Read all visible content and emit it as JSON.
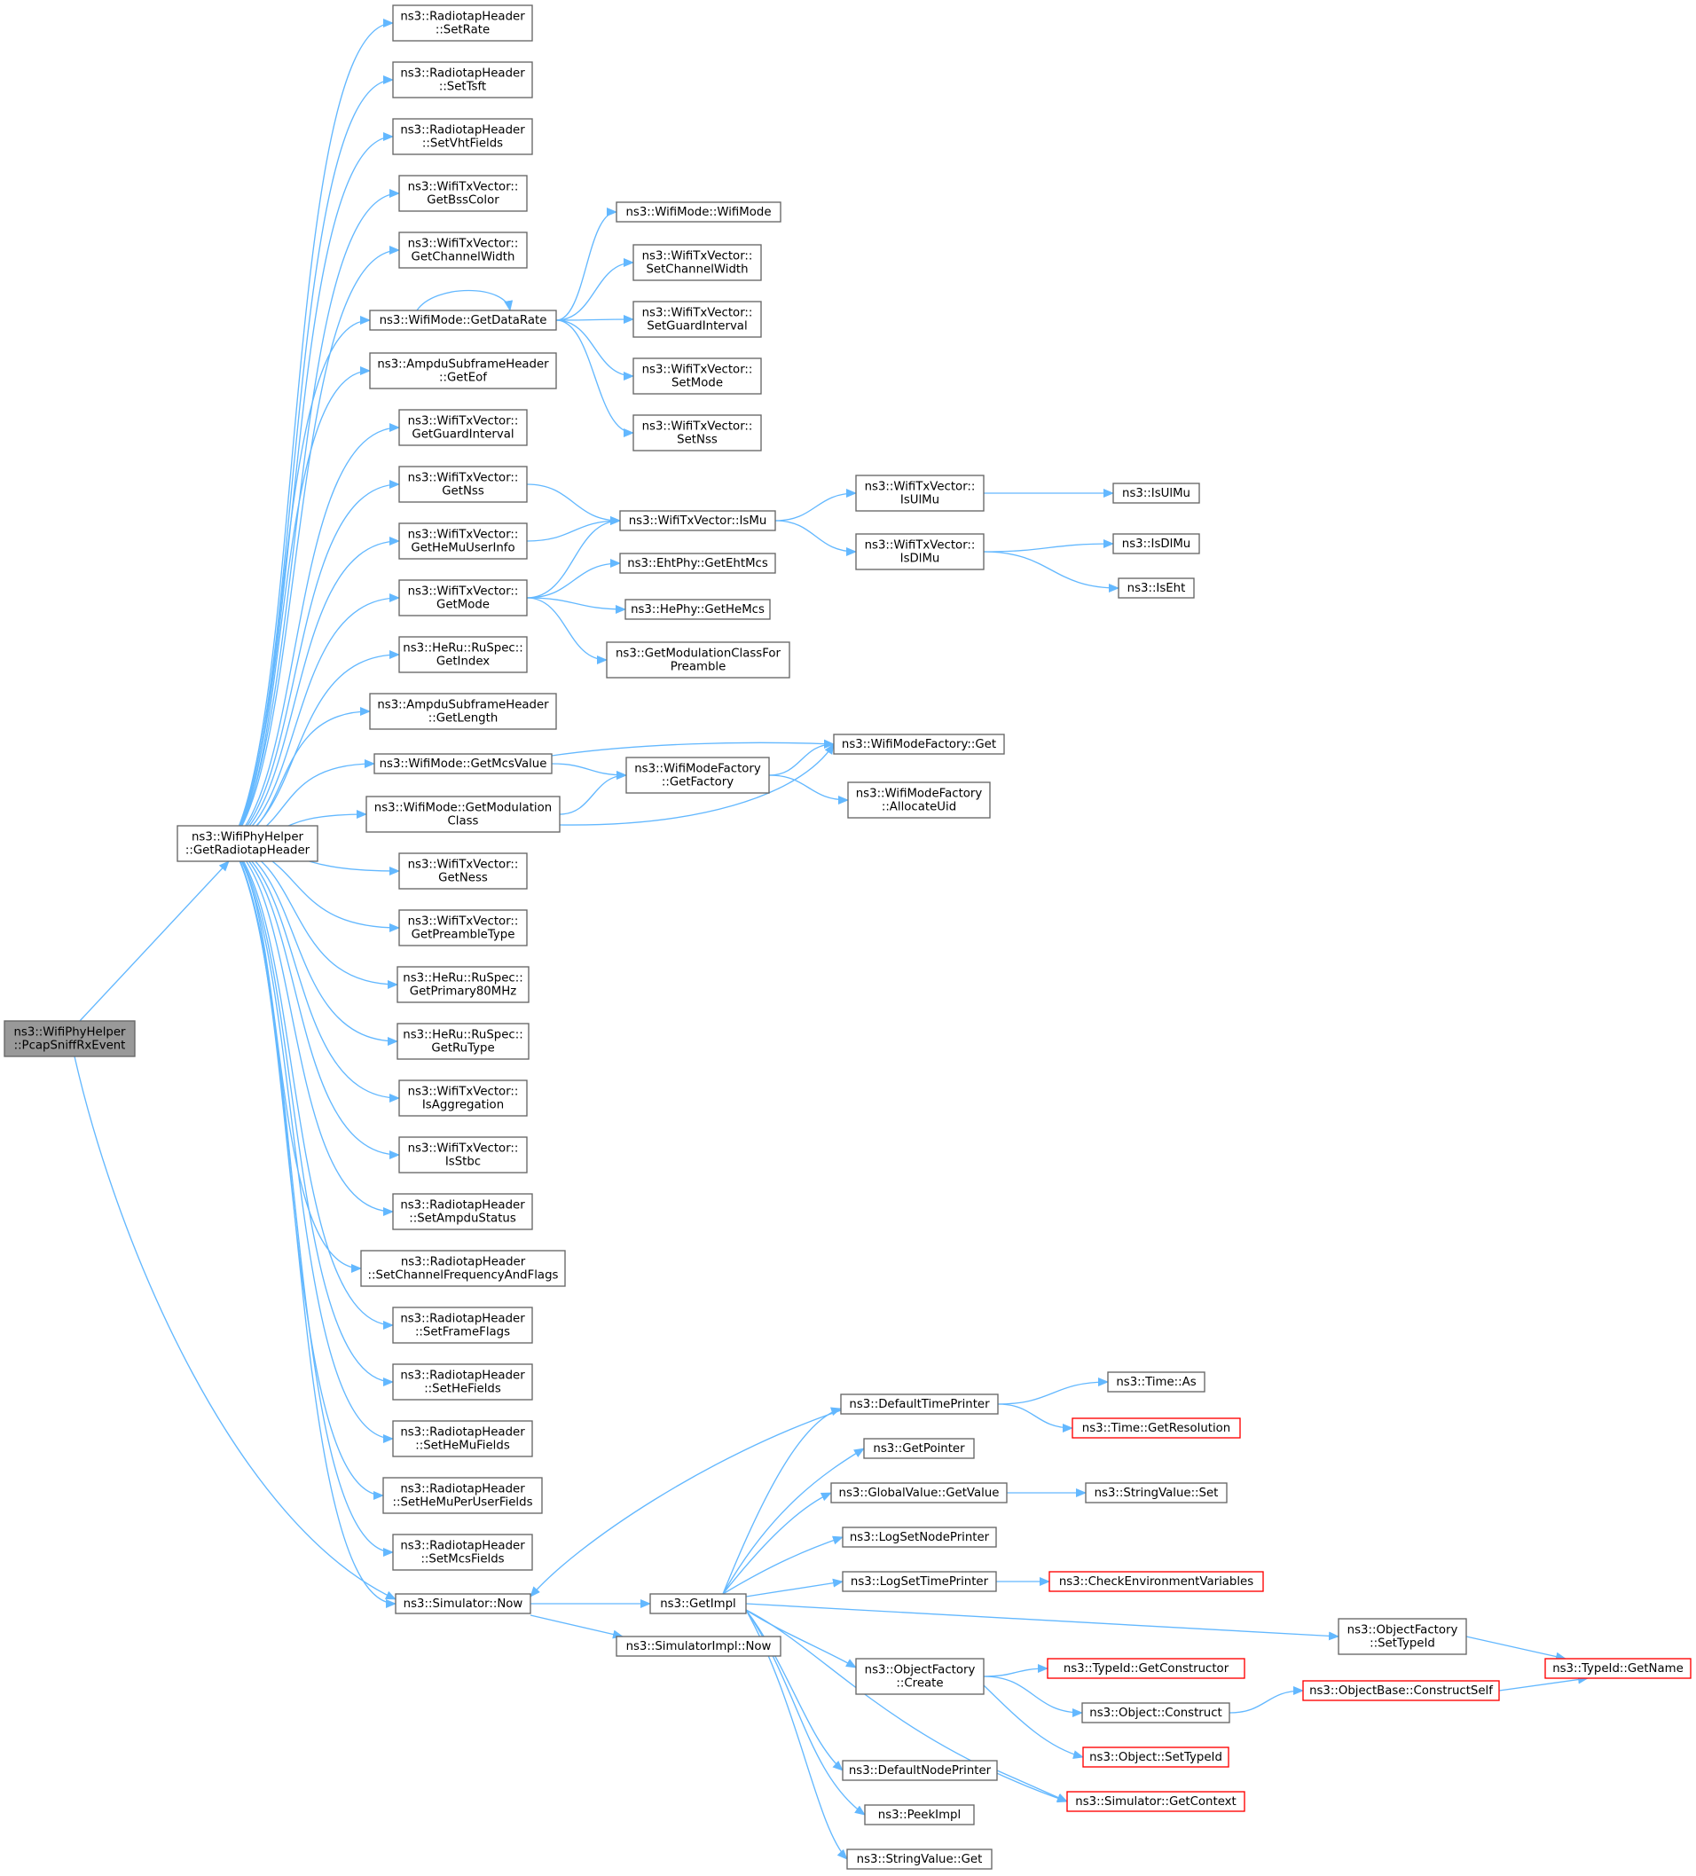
{
  "graph": {
    "style": {
      "edge_color": "#63b8ff",
      "node_border": "#666666",
      "truncated_border": "#ff0000",
      "truncated_text": "#ff0000",
      "root_fill": "#999999"
    },
    "nodes": [
      {
        "id": "pcap",
        "lines": [
          "ns3::WifiPhyHelper",
          "::PcapSniffRxEvent"
        ],
        "kind": "root"
      },
      {
        "id": "grh",
        "lines": [
          "ns3::WifiPhyHelper",
          "::GetRadiotapHeader"
        ]
      },
      {
        "id": "setRate",
        "lines": [
          "ns3::RadiotapHeader",
          "::SetRate"
        ]
      },
      {
        "id": "setTsft",
        "lines": [
          "ns3::RadiotapHeader",
          "::SetTsft"
        ]
      },
      {
        "id": "setVht",
        "lines": [
          "ns3::RadiotapHeader",
          "::SetVhtFields"
        ]
      },
      {
        "id": "bss",
        "lines": [
          "ns3::WifiTxVector::",
          "GetBssColor"
        ]
      },
      {
        "id": "chw",
        "lines": [
          "ns3::WifiTxVector::",
          "GetChannelWidth"
        ]
      },
      {
        "id": "gdr",
        "lines": [
          "ns3::WifiMode::GetDataRate"
        ]
      },
      {
        "id": "eof",
        "lines": [
          "ns3::AmpduSubframeHeader",
          "::GetEof"
        ]
      },
      {
        "id": "ggi",
        "lines": [
          "ns3::WifiTxVector::",
          "GetGuardInterval"
        ]
      },
      {
        "id": "gnss",
        "lines": [
          "ns3::WifiTxVector::",
          "GetNss"
        ]
      },
      {
        "id": "hmu",
        "lines": [
          "ns3::WifiTxVector::",
          "GetHeMuUserInfo"
        ]
      },
      {
        "id": "gmode",
        "lines": [
          "ns3::WifiTxVector::",
          "GetMode"
        ]
      },
      {
        "id": "gidx",
        "lines": [
          "ns3::HeRu::RuSpec::",
          "GetIndex"
        ]
      },
      {
        "id": "glen",
        "lines": [
          "ns3::AmpduSubframeHeader",
          "::GetLength"
        ]
      },
      {
        "id": "gmcs",
        "lines": [
          "ns3::WifiMode::GetMcsValue"
        ]
      },
      {
        "id": "gmodc",
        "lines": [
          "ns3::WifiMode::GetModulation",
          "Class"
        ]
      },
      {
        "id": "gness",
        "lines": [
          "ns3::WifiTxVector::",
          "GetNess"
        ]
      },
      {
        "id": "gpre",
        "lines": [
          "ns3::WifiTxVector::",
          "GetPreambleType"
        ]
      },
      {
        "id": "gp80",
        "lines": [
          "ns3::HeRu::RuSpec::",
          "GetPrimary80MHz"
        ]
      },
      {
        "id": "grut",
        "lines": [
          "ns3::HeRu::RuSpec::",
          "GetRuType"
        ]
      },
      {
        "id": "isagg",
        "lines": [
          "ns3::WifiTxVector::",
          "IsAggregation"
        ]
      },
      {
        "id": "isstbc",
        "lines": [
          "ns3::WifiTxVector::",
          "IsStbc"
        ]
      },
      {
        "id": "sampdu",
        "lines": [
          "ns3::RadiotapHeader",
          "::SetAmpduStatus"
        ]
      },
      {
        "id": "schan",
        "lines": [
          "ns3::RadiotapHeader",
          "::SetChannelFrequencyAndFlags"
        ]
      },
      {
        "id": "sff",
        "lines": [
          "ns3::RadiotapHeader",
          "::SetFrameFlags"
        ]
      },
      {
        "id": "she",
        "lines": [
          "ns3::RadiotapHeader",
          "::SetHeFields"
        ]
      },
      {
        "id": "shemu",
        "lines": [
          "ns3::RadiotapHeader",
          "::SetHeMuFields"
        ]
      },
      {
        "id": "shemupu",
        "lines": [
          "ns3::RadiotapHeader",
          "::SetHeMuPerUserFields"
        ]
      },
      {
        "id": "smcs",
        "lines": [
          "ns3::RadiotapHeader",
          "::SetMcsFields"
        ]
      },
      {
        "id": "simnow",
        "lines": [
          "ns3::Simulator::Now"
        ]
      },
      {
        "id": "wm",
        "lines": [
          "ns3::WifiMode::WifiMode"
        ]
      },
      {
        "id": "scw",
        "lines": [
          "ns3::WifiTxVector::",
          "SetChannelWidth"
        ]
      },
      {
        "id": "sgi",
        "lines": [
          "ns3::WifiTxVector::",
          "SetGuardInterval"
        ]
      },
      {
        "id": "smode",
        "lines": [
          "ns3::WifiTxVector::",
          "SetMode"
        ]
      },
      {
        "id": "snss",
        "lines": [
          "ns3::WifiTxVector::",
          "SetNss"
        ]
      },
      {
        "id": "ismu",
        "lines": [
          "ns3::WifiTxVector::IsMu"
        ]
      },
      {
        "id": "iseht",
        "lines": [
          "ns3::EhtPhy::GetEhtMcs"
        ]
      },
      {
        "id": "hemcs",
        "lines": [
          "ns3::HePhy::GetHeMcs"
        ]
      },
      {
        "id": "gmcfp",
        "lines": [
          "ns3::GetModulationClassFor",
          "Preamble"
        ]
      },
      {
        "id": "wmfg",
        "lines": [
          "ns3::WifiModeFactory",
          "::GetFactory"
        ]
      },
      {
        "id": "wmfget",
        "lines": [
          "ns3::WifiModeFactory::Get"
        ]
      },
      {
        "id": "wmfau",
        "lines": [
          "ns3::WifiModeFactory",
          "::AllocateUid"
        ]
      },
      {
        "id": "isulmu_v",
        "lines": [
          "ns3::WifiTxVector::",
          "IsUlMu"
        ]
      },
      {
        "id": "isdlmu_v",
        "lines": [
          "ns3::WifiTxVector::",
          "IsDlMu"
        ]
      },
      {
        "id": "isulmu",
        "lines": [
          "ns3::IsUlMu"
        ]
      },
      {
        "id": "isdlmu",
        "lines": [
          "ns3::IsDlMu"
        ]
      },
      {
        "id": "isehtf",
        "lines": [
          "ns3::IsEht"
        ]
      },
      {
        "id": "getimpl",
        "lines": [
          "ns3::GetImpl"
        ]
      },
      {
        "id": "siminow",
        "lines": [
          "ns3::SimulatorImpl::Now"
        ]
      },
      {
        "id": "dtp",
        "lines": [
          "ns3::DefaultTimePrinter"
        ]
      },
      {
        "id": "gptr",
        "lines": [
          "ns3::GetPointer"
        ]
      },
      {
        "id": "gvgv",
        "lines": [
          "ns3::GlobalValue::GetValue"
        ]
      },
      {
        "id": "lsnp",
        "lines": [
          "ns3::LogSetNodePrinter"
        ]
      },
      {
        "id": "lstp",
        "lines": [
          "ns3::LogSetTimePrinter"
        ]
      },
      {
        "id": "ofc",
        "lines": [
          "ns3::ObjectFactory",
          "::Create"
        ]
      },
      {
        "id": "dnp",
        "lines": [
          "ns3::DefaultNodePrinter"
        ]
      },
      {
        "id": "peek",
        "lines": [
          "ns3::PeekImpl"
        ]
      },
      {
        "id": "svget",
        "lines": [
          "ns3::StringValue::Get"
        ]
      },
      {
        "id": "timeas",
        "lines": [
          "ns3::Time::As"
        ]
      },
      {
        "id": "timeres",
        "lines": [
          "ns3::Time::GetResolution"
        ],
        "kind": "trunc"
      },
      {
        "id": "svset",
        "lines": [
          "ns3::StringValue::Set"
        ]
      },
      {
        "id": "cev",
        "lines": [
          "ns3::CheckEnvironmentVariables"
        ],
        "kind": "trunc"
      },
      {
        "id": "ofst",
        "lines": [
          "ns3::ObjectFactory",
          "::SetTypeId"
        ]
      },
      {
        "id": "tgc",
        "lines": [
          "ns3::TypeId::GetConstructor"
        ],
        "kind": "trunc"
      },
      {
        "id": "oc",
        "lines": [
          "ns3::Object::Construct"
        ]
      },
      {
        "id": "ost",
        "lines": [
          "ns3::Object::SetTypeId"
        ],
        "kind": "trunc"
      },
      {
        "id": "sgc",
        "lines": [
          "ns3::Simulator::GetContext"
        ],
        "kind": "trunc"
      },
      {
        "id": "obcs",
        "lines": [
          "ns3::ObjectBase::ConstructSelf"
        ],
        "kind": "trunc"
      },
      {
        "id": "tgn",
        "lines": [
          "ns3::TypeId::GetName"
        ],
        "kind": "trunc"
      }
    ],
    "edges": [
      [
        "pcap",
        "grh"
      ],
      [
        "pcap",
        "simnow"
      ],
      [
        "grh",
        "setRate"
      ],
      [
        "grh",
        "setTsft"
      ],
      [
        "grh",
        "setVht"
      ],
      [
        "grh",
        "bss"
      ],
      [
        "grh",
        "chw"
      ],
      [
        "grh",
        "gdr"
      ],
      [
        "grh",
        "eof"
      ],
      [
        "grh",
        "ggi"
      ],
      [
        "grh",
        "gnss"
      ],
      [
        "grh",
        "hmu"
      ],
      [
        "grh",
        "gmode"
      ],
      [
        "grh",
        "gidx"
      ],
      [
        "grh",
        "glen"
      ],
      [
        "grh",
        "gmcs"
      ],
      [
        "grh",
        "gmodc"
      ],
      [
        "grh",
        "gness"
      ],
      [
        "grh",
        "gpre"
      ],
      [
        "grh",
        "gp80"
      ],
      [
        "grh",
        "grut"
      ],
      [
        "grh",
        "isagg"
      ],
      [
        "grh",
        "isstbc"
      ],
      [
        "grh",
        "sampdu"
      ],
      [
        "grh",
        "schan"
      ],
      [
        "grh",
        "sff"
      ],
      [
        "grh",
        "she"
      ],
      [
        "grh",
        "shemu"
      ],
      [
        "grh",
        "shemupu"
      ],
      [
        "grh",
        "smcs"
      ],
      [
        "grh",
        "simnow"
      ],
      [
        "gdr",
        "gdr"
      ],
      [
        "gdr",
        "wm"
      ],
      [
        "gdr",
        "scw"
      ],
      [
        "gdr",
        "sgi"
      ],
      [
        "gdr",
        "smode"
      ],
      [
        "gdr",
        "snss"
      ],
      [
        "gnss",
        "ismu"
      ],
      [
        "hmu",
        "ismu"
      ],
      [
        "gmode",
        "ismu"
      ],
      [
        "gmode",
        "iseht"
      ],
      [
        "gmode",
        "hemcs"
      ],
      [
        "gmode",
        "gmcfp"
      ],
      [
        "ismu",
        "isulmu_v"
      ],
      [
        "ismu",
        "isdlmu_v"
      ],
      [
        "isulmu_v",
        "isulmu"
      ],
      [
        "isdlmu_v",
        "isdlmu"
      ],
      [
        "isdlmu_v",
        "isehtf"
      ],
      [
        "gmcs",
        "wmfget"
      ],
      [
        "gmcs",
        "wmfg"
      ],
      [
        "gmodc",
        "wmfg"
      ],
      [
        "gmodc",
        "wmfget"
      ],
      [
        "wmfg",
        "wmfget"
      ],
      [
        "wmfg",
        "wmfau"
      ],
      [
        "simnow",
        "getimpl"
      ],
      [
        "simnow",
        "siminow"
      ],
      [
        "getimpl",
        "dtp"
      ],
      [
        "getimpl",
        "gptr"
      ],
      [
        "getimpl",
        "gvgv"
      ],
      [
        "getimpl",
        "lsnp"
      ],
      [
        "getimpl",
        "lstp"
      ],
      [
        "getimpl",
        "ofst"
      ],
      [
        "getimpl",
        "ofc"
      ],
      [
        "getimpl",
        "dnp"
      ],
      [
        "getimpl",
        "sgc"
      ],
      [
        "getimpl",
        "peek"
      ],
      [
        "getimpl",
        "svget"
      ],
      [
        "dtp",
        "timeas"
      ],
      [
        "dtp",
        "timeres"
      ],
      [
        "dtp",
        "simnow"
      ],
      [
        "gvgv",
        "svset"
      ],
      [
        "lstp",
        "cev"
      ],
      [
        "ofst",
        "tgn"
      ],
      [
        "ofc",
        "tgc"
      ],
      [
        "ofc",
        "oc"
      ],
      [
        "ofc",
        "ost"
      ],
      [
        "dnp",
        "sgc"
      ],
      [
        "oc",
        "obcs"
      ],
      [
        "obcs",
        "tgn"
      ]
    ]
  }
}
